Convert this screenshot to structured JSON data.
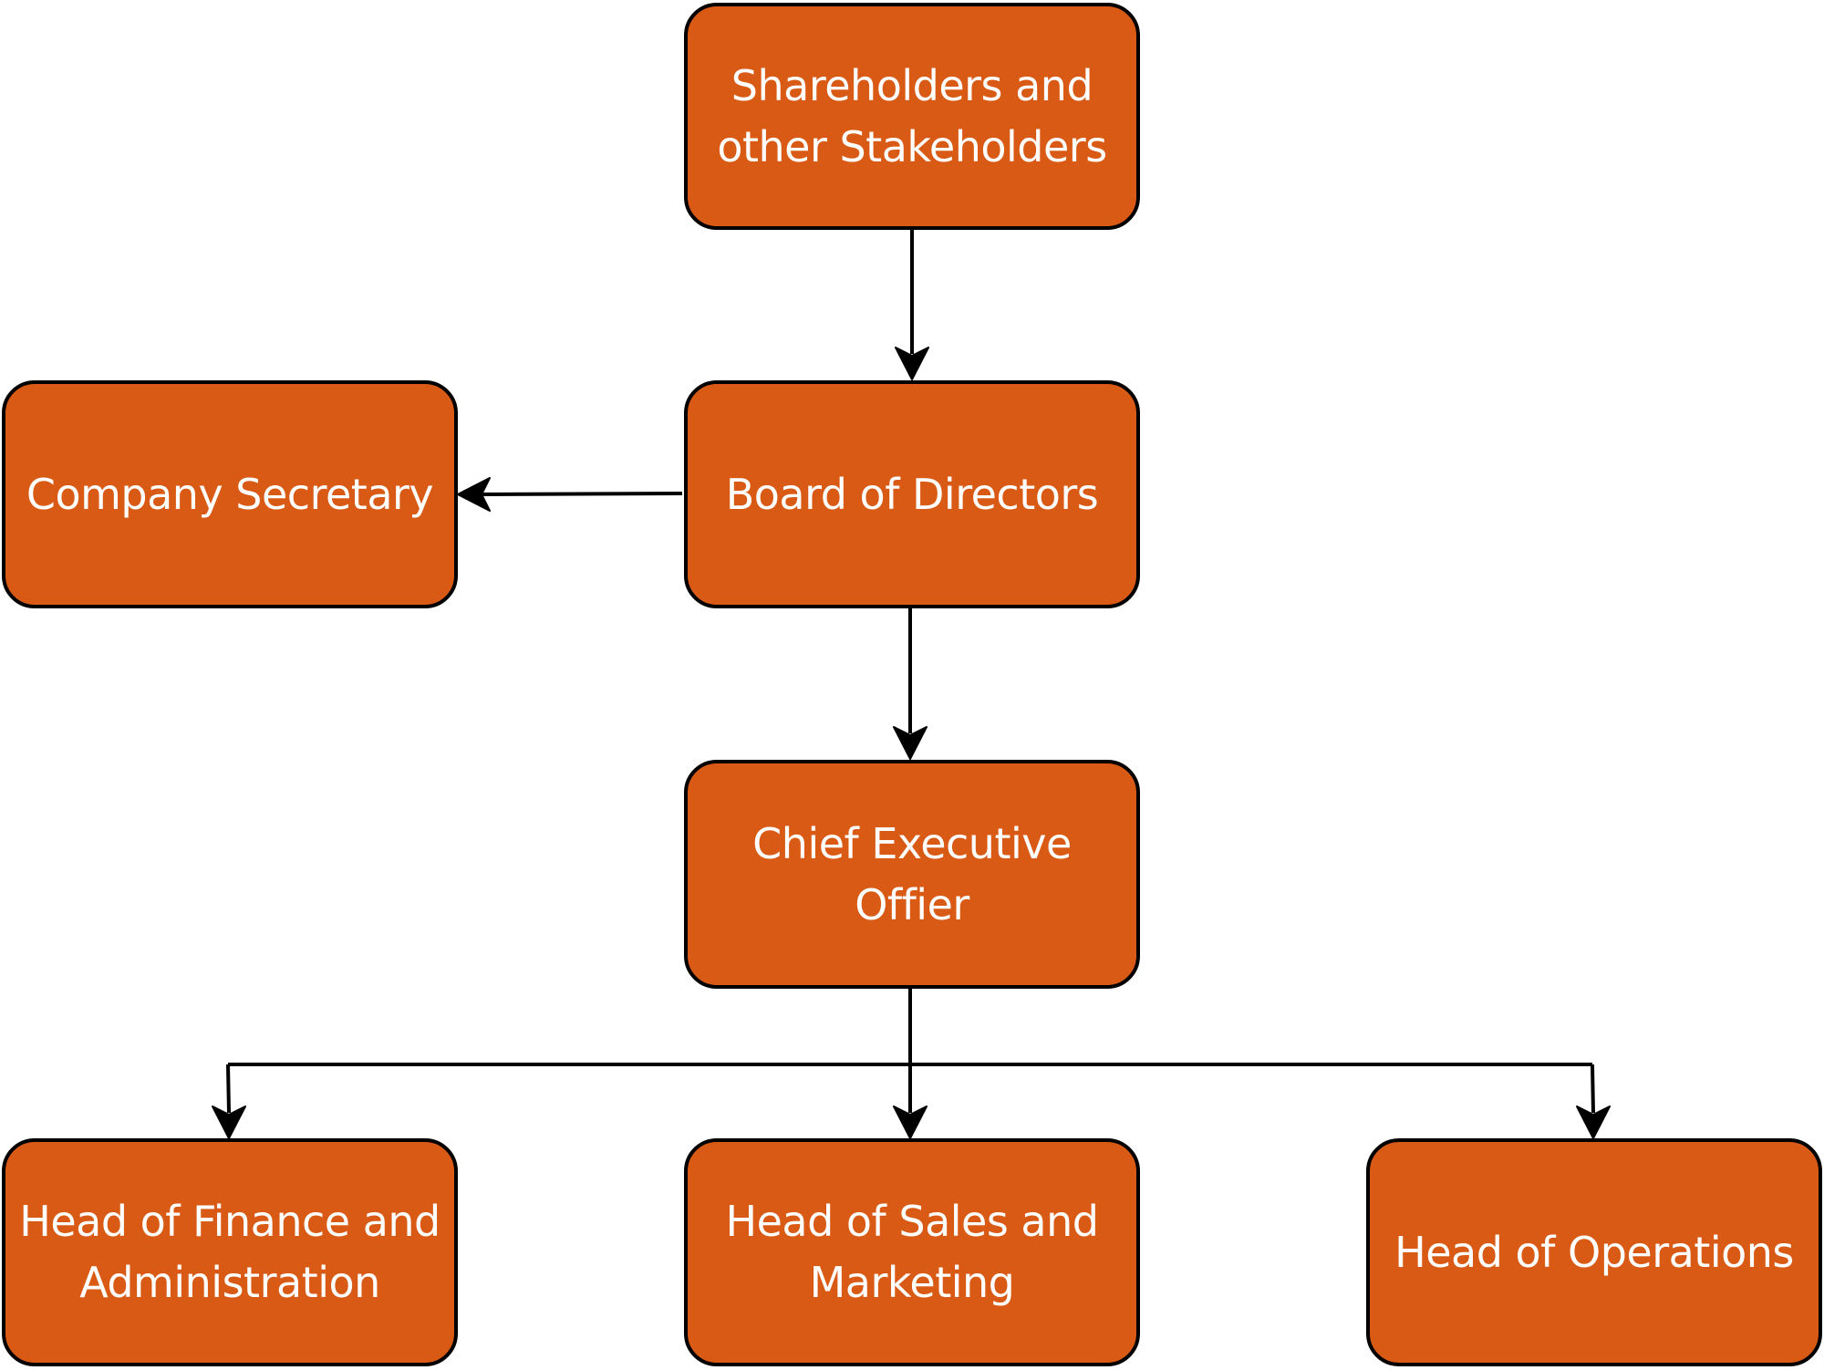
{
  "colors": {
    "node_fill": "#D95A14",
    "node_border": "#000000",
    "node_text": "#FFFFFF",
    "connector": "#000000"
  },
  "nodes": {
    "shareholders": {
      "label": "Shareholders and\nother Stakeholders"
    },
    "board": {
      "label": "Board of Directors"
    },
    "secretary": {
      "label": "Company Secretary"
    },
    "ceo": {
      "label": "Chief Executive Offier"
    },
    "finance": {
      "label": "Head of Finance and\nAdministration"
    },
    "sales": {
      "label": "Head of Sales and\nMarketing"
    },
    "operations": {
      "label": "Head of Operations"
    }
  },
  "edges": [
    {
      "from": "shareholders",
      "to": "board"
    },
    {
      "from": "board",
      "to": "secretary"
    },
    {
      "from": "board",
      "to": "ceo"
    },
    {
      "from": "ceo",
      "to": "finance"
    },
    {
      "from": "ceo",
      "to": "sales"
    },
    {
      "from": "ceo",
      "to": "operations"
    }
  ]
}
